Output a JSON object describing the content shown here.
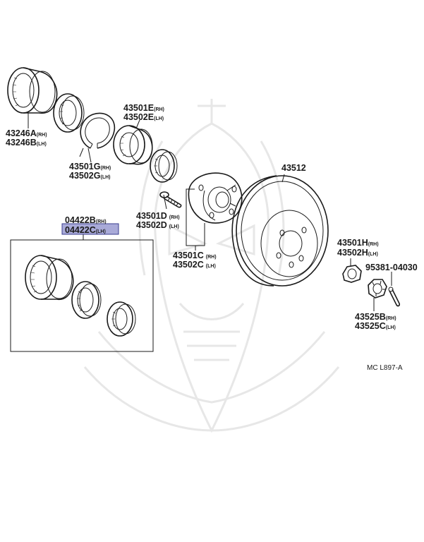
{
  "colors": {
    "ink": "#1a1a1a",
    "highlight_fill": "#a9aad8",
    "highlight_border": "#3b3f8f",
    "watermark": "#e7e7e7"
  },
  "labels": {
    "p43246a": {
      "num": "43246A",
      "sfx": "(RH)"
    },
    "p43246b": {
      "num": "43246B",
      "sfx": "(LH)"
    },
    "p43501e": {
      "num": "43501E",
      "sfx": "(RH)"
    },
    "p43502e": {
      "num": "43502E",
      "sfx": "(LH)"
    },
    "p43501g": {
      "num": "43501G",
      "sfx": "(RH)"
    },
    "p43502g": {
      "num": "43502G",
      "sfx": "(LH)"
    },
    "p43512": {
      "num": "43512"
    },
    "p43501d": {
      "num": "43501D",
      "sfx": "(RH)"
    },
    "p43502d": {
      "num": "43502D",
      "sfx": "(LH)"
    },
    "p04422b": {
      "num": "04422B",
      "sfx": "(RH)"
    },
    "p04422c": {
      "num": "04422C",
      "sfx": "(LH)"
    },
    "p43501c": {
      "num": "43501C",
      "sfx": "(RH)"
    },
    "p43502c": {
      "num": "43502C",
      "sfx": "(LH)"
    },
    "p43501h": {
      "num": "43501H",
      "sfx": "(RH)"
    },
    "p43502h": {
      "num": "43502H",
      "sfx": "(LH)"
    },
    "p95381": {
      "num": "95381-04030"
    },
    "p43525b": {
      "num": "43525B",
      "sfx": "(RH)"
    },
    "p43525c": {
      "num": "43525C",
      "sfx": "(LH)"
    }
  },
  "catalog_code": "MC  L897-A",
  "watermark_icon": "samurai-mask-icon"
}
